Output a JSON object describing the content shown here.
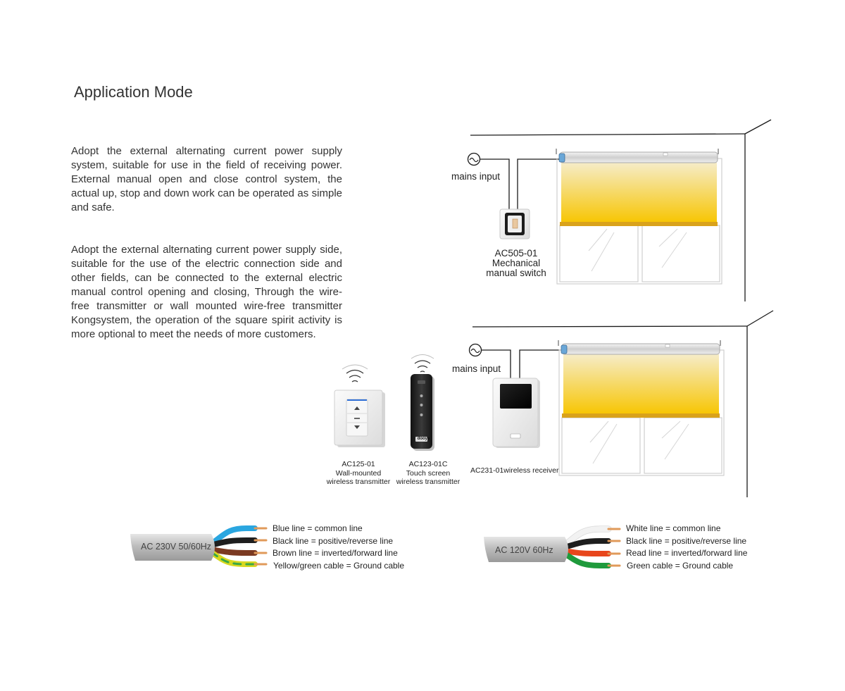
{
  "page": {
    "title": "Application Mode",
    "paragraphs": [
      "Adopt the external alternating current power supply system, suitable for use in the field of receiving power. External manual open and close control system, the actual up, stop and down work can be operated as simple and safe.",
      "Adopt the external alternating current power supply side, suitable for the use of the electric connection side and other fields, can be connected to the external electric manual control opening and closing, Through the wire-free transmitter or wall mounted wire-free transmitter Kongsystem, the operation of the square spirit activity is more optional to meet the needs of more customers."
    ]
  },
  "diagram1": {
    "mains_label": "mains input",
    "switch_label": [
      "AC505-01",
      "Mechanical",
      "manual switch"
    ]
  },
  "diagram2": {
    "mains_label": "mains input",
    "wall_tx_label": [
      "AC125-01",
      "Wall-mounted",
      "wireless transmitter"
    ],
    "remote_label": [
      "AC123-01C",
      "Touch screen",
      "wireless transmitter"
    ],
    "remote_brand": "dooya",
    "receiver_label": "AC231-01wireless receiver"
  },
  "cable_230": {
    "label": "AC 230V 50/60Hz",
    "wires": [
      {
        "text": "Blue line = common line",
        "color": "#2aa6e0"
      },
      {
        "text": "Black line = positive/reverse line",
        "color": "#1e1e1e"
      },
      {
        "text": "Brown line = inverted/forward line",
        "color": "#7b3a22"
      },
      {
        "text": "Yellow/green cable = Ground cable",
        "color": "#d8d820"
      }
    ]
  },
  "cable_120": {
    "label": "AC 120V 60Hz",
    "wires": [
      {
        "text": "White line = common line",
        "color": "#f2f2f2"
      },
      {
        "text": "Black line = positive/reverse line",
        "color": "#1e1e1e"
      },
      {
        "text": "Read line = inverted/forward line",
        "color": "#e8461c"
      },
      {
        "text": "Green cable = Ground cable",
        "color": "#1f9a3c"
      }
    ]
  },
  "colors": {
    "blind_top": "#f3e2a8",
    "blind_bottom": "#f7c500",
    "bar": "#d9a21b",
    "wall": "#1a1a1a",
    "copper": "#e09a5a"
  }
}
